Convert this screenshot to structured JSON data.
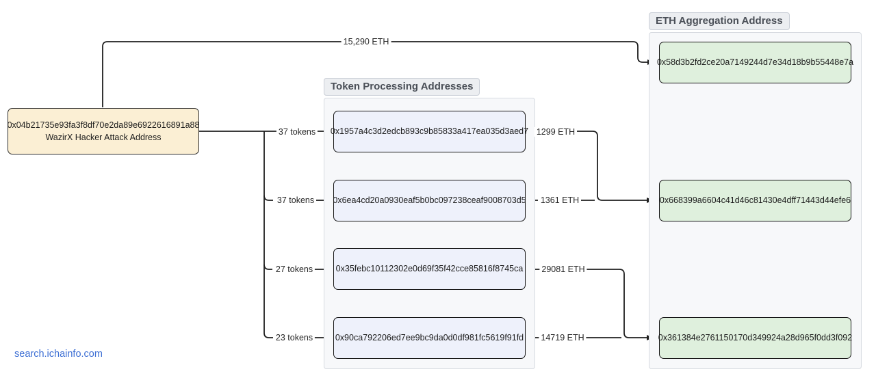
{
  "diagram": {
    "title_groups": {
      "token_processing": "Token Processing Addresses",
      "eth_aggregation": "ETH Aggregation Address"
    },
    "source_node": {
      "address": "0x04b21735e93fa3f8df70e2da89e6922616891a88",
      "label": "WazirX Hacker Attack Address"
    },
    "token_nodes": [
      {
        "address": "0x1957a4c3d2edcb893c9b85833a417ea035d3aed7"
      },
      {
        "address": "0x6ea4cd20a0930eaf5b0bc097238ceaf9008703d5"
      },
      {
        "address": "0x35febc10112302e0d69f35f42cce85816f8745ca"
      },
      {
        "address": "0x90ca792206ed7ee9bc9da0d0df981fc5619f91fd"
      }
    ],
    "eth_nodes": [
      {
        "address": "0x58d3b2fd2ce20a7149244d7e34d18b9b55448e7a"
      },
      {
        "address": "0x668399a6604c41d46c81430e4dff71443d44efe6"
      },
      {
        "address": "0x361384e2761150170d349924a28d965f0dd3f092"
      }
    ],
    "edges": {
      "direct_eth": "15,290 ETH",
      "tokens_out": [
        "37 tokens",
        "37 tokens",
        "27 tokens",
        "23 tokens"
      ],
      "eth_out": [
        "1299 ETH",
        "1361 ETH",
        "29081 ETH",
        "14719 ETH"
      ]
    },
    "watermark": "search.ichainfo.com",
    "colors": {
      "attack_fill": "#fbefd4",
      "token_fill": "#eef1fb",
      "eth_fill": "#dff0dd",
      "group_fill": "#f7f8fa",
      "stroke": "#1f1f1f",
      "watermark": "#3d6fd4"
    }
  }
}
